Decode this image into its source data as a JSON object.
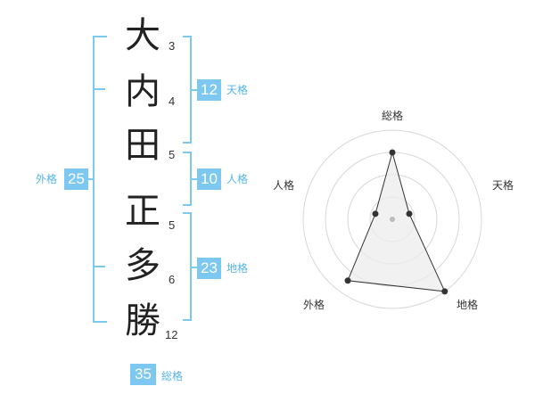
{
  "name": {
    "chars": [
      {
        "char": "大",
        "strokes": "3"
      },
      {
        "char": "内",
        "strokes": "4"
      },
      {
        "char": "田",
        "strokes": "5"
      },
      {
        "char": "正",
        "strokes": "5"
      },
      {
        "char": "多",
        "strokes": "6"
      },
      {
        "char": "勝",
        "strokes": "12"
      }
    ]
  },
  "scores": {
    "tenkaku": {
      "value": "12",
      "label": "天格"
    },
    "jinkaku": {
      "value": "10",
      "label": "人格"
    },
    "chikaku": {
      "value": "23",
      "label": "地格"
    },
    "gaikaku": {
      "value": "25",
      "label": "外格"
    },
    "soukaku": {
      "value": "35",
      "label": "総格"
    }
  },
  "radar": {
    "labels": {
      "soukaku": "総格",
      "tenkaku": "天格",
      "chikaku": "地格",
      "gaikaku": "外格",
      "jinkaku": "人格"
    },
    "values": {
      "soukaku": 0.75,
      "tenkaku": 0.2,
      "chikaku": 1.0,
      "gaikaku": 0.85,
      "jinkaku": 0.2
    },
    "max": 1.0,
    "rings": 4
  },
  "colors": {
    "accent": "#7cc8f0",
    "accent_text": "#56b4e6",
    "text": "#222222"
  }
}
